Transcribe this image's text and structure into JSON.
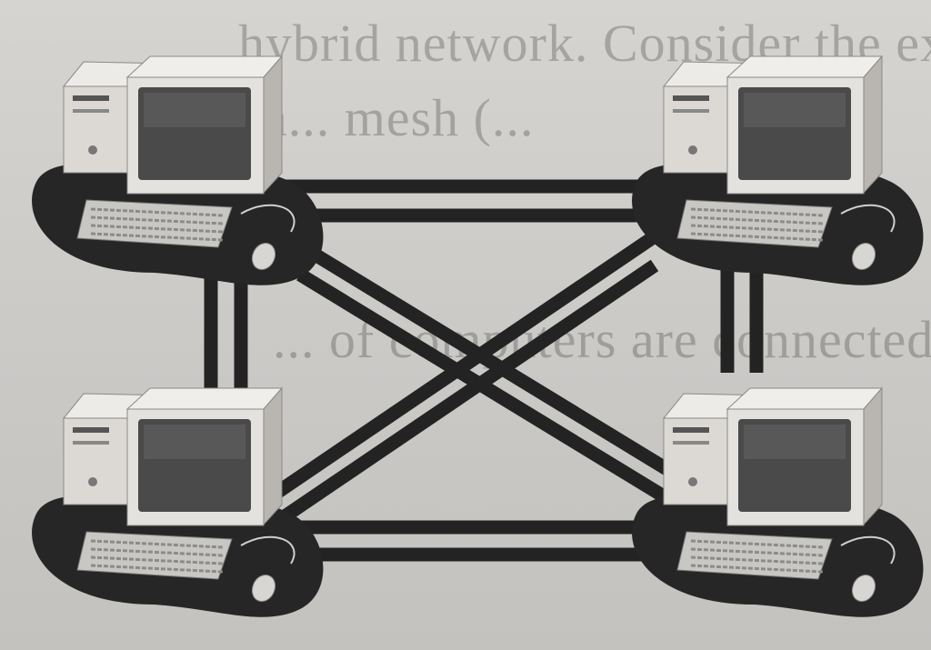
{
  "figure": {
    "background_text": [
      "hybrid network. Consider the example of a",
      "a... mesh (...",
      "... of computers are connected..."
    ],
    "nodes": [
      {
        "id": "pc-top-left"
      },
      {
        "id": "pc-top-right"
      },
      {
        "id": "pc-bottom-left"
      },
      {
        "id": "pc-bottom-right"
      }
    ],
    "links": [
      {
        "from": "pc-top-left",
        "to": "pc-top-right"
      },
      {
        "from": "pc-bottom-left",
        "to": "pc-bottom-right"
      },
      {
        "from": "pc-top-left",
        "to": "pc-bottom-left"
      },
      {
        "from": "pc-top-right",
        "to": "pc-bottom-right"
      },
      {
        "from": "pc-top-left",
        "to": "pc-bottom-right"
      },
      {
        "from": "pc-top-right",
        "to": "pc-bottom-left"
      }
    ],
    "colors": {
      "cable": "#232323",
      "pad": "#262626",
      "case": "#dcd9d4",
      "screen": "#4a4a4a"
    }
  }
}
